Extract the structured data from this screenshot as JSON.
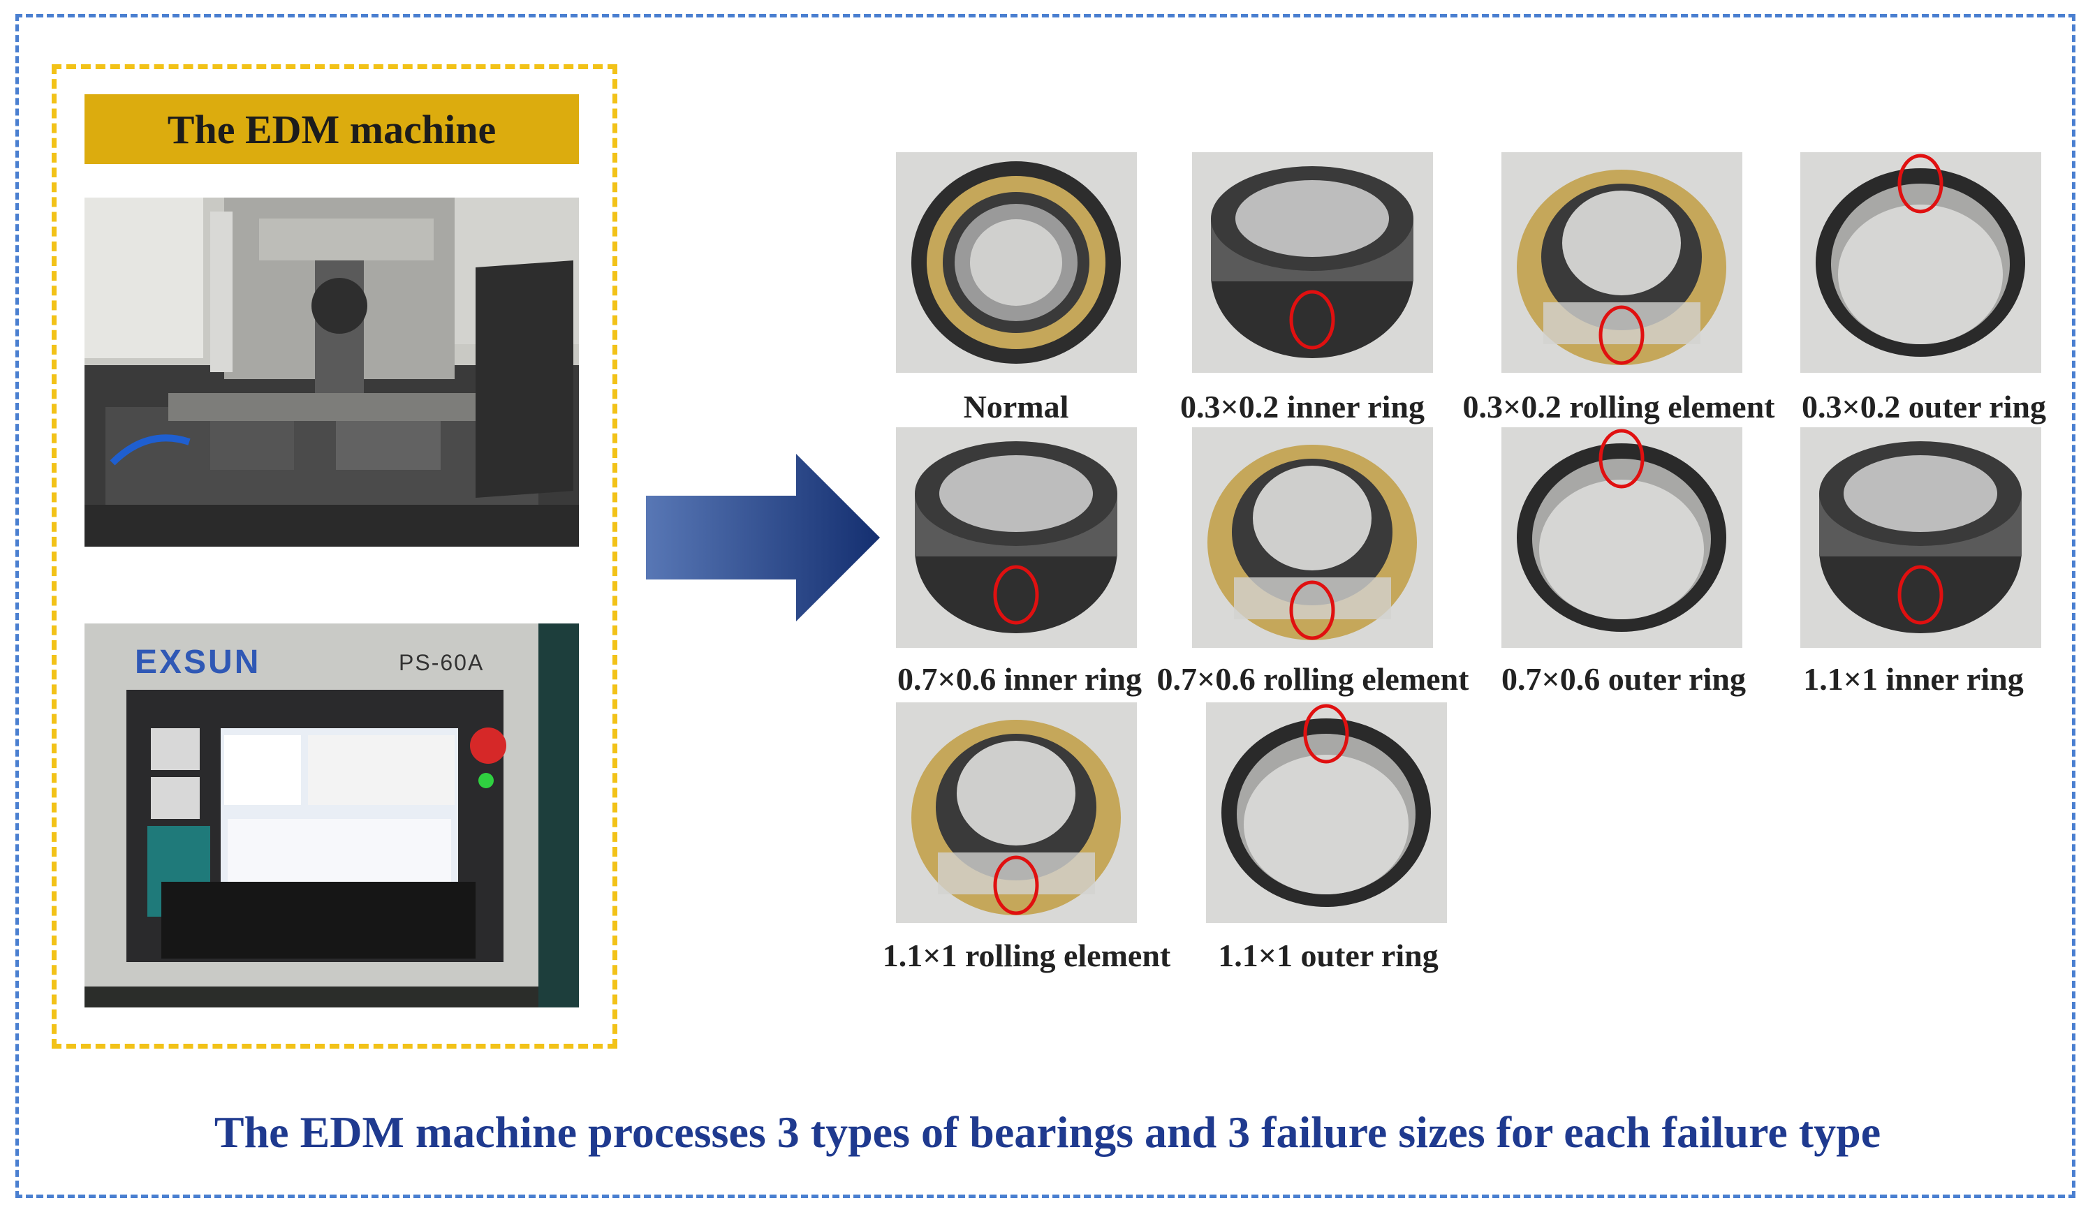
{
  "machine_title": "The EDM machine",
  "panel_brand": "EXSUN",
  "panel_model": "PS-60A",
  "bearings": [
    {
      "label": "Normal",
      "kind": "normal"
    },
    {
      "label": "0.3×0.2 inner ring",
      "kind": "inner"
    },
    {
      "label": "0.3×0.2 rolling element",
      "kind": "rolling"
    },
    {
      "label": "0.3×0.2 outer ring",
      "kind": "outer"
    },
    {
      "label": "0.7×0.6 inner ring",
      "kind": "inner"
    },
    {
      "label": "0.7×0.6 rolling element",
      "kind": "rolling"
    },
    {
      "label": "0.7×0.6 outer ring",
      "kind": "outer"
    },
    {
      "label": "1.1×1 inner ring",
      "kind": "inner"
    },
    {
      "label": "1.1×1 rolling element",
      "kind": "rolling"
    },
    {
      "label": "1.1×1 outer ring",
      "kind": "outer"
    }
  ],
  "caption": "The EDM machine processes 3 types of bearings and 3 failure sizes for each failure type",
  "colors": {
    "frame_border": "#4a7fd0",
    "panel_border": "#f2c218",
    "title_bg": "#dcac0e",
    "arrow": "#1e3f86",
    "fault_marker": "#e01010",
    "caption_text": "#1f3a8f"
  }
}
